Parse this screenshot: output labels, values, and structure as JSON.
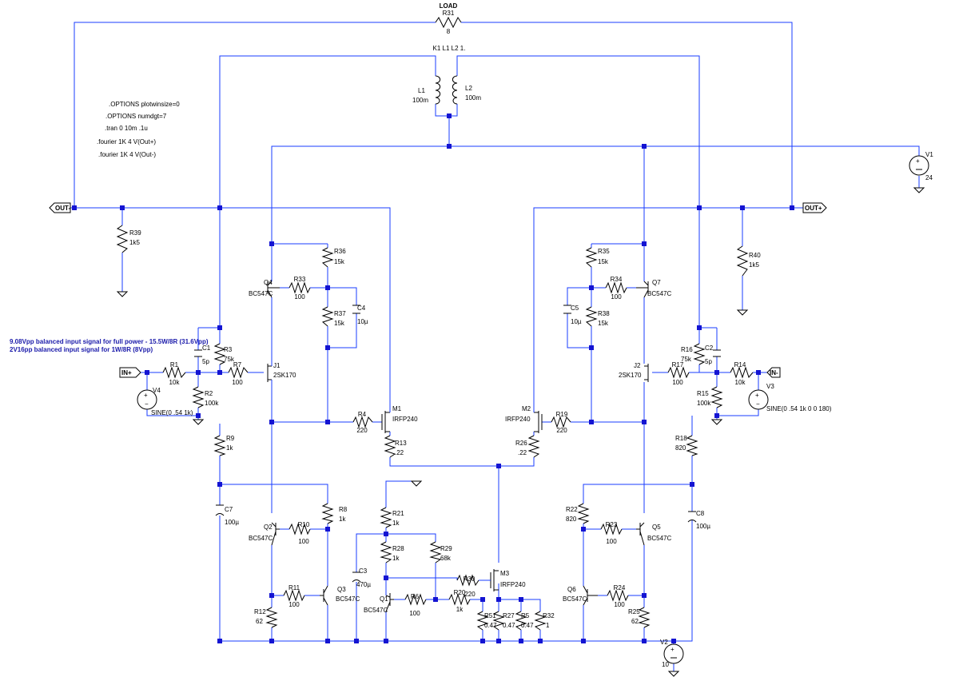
{
  "directives": [
    ".OPTIONS plotwinsize=0",
    ".OPTIONS numdgt=7",
    ".tran 0 10m .1u",
    ".fourier 1K 4 V(Out+)",
    ".fourier 1K 4 V(Out-)"
  ],
  "notes": {
    "line1": "9.08Vpp balanced input signal for full power - 15.5W/8R (31.6Vpp)",
    "line2": "2V16pp balanced input signal for 1W/8R (8Vpp)"
  },
  "coupling": {
    "text": "K1 L1 L2 1."
  },
  "load_label": "LOAD",
  "ports": {
    "out_minus": "OUT-",
    "out_plus": "OUT+",
    "in_plus": "IN+",
    "in_minus": "IN-"
  },
  "sources": {
    "V1": {
      "name": "V1",
      "value": "24"
    },
    "V2": {
      "name": "V2",
      "value": "10"
    },
    "V3": {
      "name": "V3",
      "value": "SINE(0 .54 1k 0 0 180)"
    },
    "V4": {
      "name": "V4",
      "value": "SINE(0 .54 1k)"
    }
  },
  "resistors": {
    "R31": {
      "name": "R31",
      "value": "8"
    },
    "R39": {
      "name": "R39",
      "value": "1k5"
    },
    "R40": {
      "name": "R40",
      "value": "1k5"
    },
    "R36": {
      "name": "R36",
      "value": "15k"
    },
    "R37": {
      "name": "R37",
      "value": "15k"
    },
    "R35": {
      "name": "R35",
      "value": "15k"
    },
    "R38": {
      "name": "R38",
      "value": "15k"
    },
    "R33": {
      "name": "R33",
      "value": "100"
    },
    "R34": {
      "name": "R34",
      "value": "100"
    },
    "R3": {
      "name": "R3",
      "value": "75k"
    },
    "R16": {
      "name": "R16",
      "value": "75k"
    },
    "R1": {
      "name": "R1",
      "value": "10k"
    },
    "R14": {
      "name": "R14",
      "value": "10k"
    },
    "R7": {
      "name": "R7",
      "value": "100"
    },
    "R17": {
      "name": "R17",
      "value": "100"
    },
    "R2": {
      "name": "R2",
      "value": "100k"
    },
    "R15": {
      "name": "R15",
      "value": "100k"
    },
    "R4": {
      "name": "R4",
      "value": "220"
    },
    "R19": {
      "name": "R19",
      "value": "220"
    },
    "R13": {
      "name": "R13",
      "value": ".22"
    },
    "R26": {
      "name": "R26",
      "value": ".22"
    },
    "R9": {
      "name": "R9",
      "value": "1k"
    },
    "R18": {
      "name": "R18",
      "value": "820"
    },
    "R8": {
      "name": "R8",
      "value": "1k"
    },
    "R22": {
      "name": "R22",
      "value": "820"
    },
    "R10": {
      "name": "R10",
      "value": "100"
    },
    "R23": {
      "name": "R23",
      "value": "100"
    },
    "R11": {
      "name": "R11",
      "value": "100"
    },
    "R24": {
      "name": "R24",
      "value": "100"
    },
    "R12": {
      "name": "R12",
      "value": "62"
    },
    "R25": {
      "name": "R25",
      "value": "62"
    },
    "R21": {
      "name": "R21",
      "value": "1k"
    },
    "R28": {
      "name": "R28",
      "value": "1k"
    },
    "R29": {
      "name": "R29",
      "value": "68k"
    },
    "R30": {
      "name": "R30",
      "value": "220"
    },
    "R20": {
      "name": "R20",
      "value": "1k"
    },
    "R6": {
      "name": "R6",
      "value": "100"
    },
    "R51": {
      "name": "R51",
      "value": "0.47"
    },
    "R27": {
      "name": "R27",
      "value": "0.47"
    },
    "R5": {
      "name": "R5",
      "value": "0.47"
    },
    "R32": {
      "name": "R32",
      "value": "1"
    }
  },
  "capacitors": {
    "C1": {
      "name": "C1",
      "value": "5p"
    },
    "C2": {
      "name": "C2",
      "value": "5p"
    },
    "C4": {
      "name": "C4",
      "value": "10µ"
    },
    "C5": {
      "name": "C5",
      "value": "10µ"
    },
    "C7": {
      "name": "C7",
      "value": "100µ"
    },
    "C8": {
      "name": "C8",
      "value": "100µ"
    },
    "C3": {
      "name": "C3",
      "value": "470µ"
    }
  },
  "inductors": {
    "L1": {
      "name": "L1",
      "value": "100m"
    },
    "L2": {
      "name": "L2",
      "value": "100m"
    }
  },
  "transistors": {
    "Q1": {
      "name": "Q1",
      "model": "BC547C"
    },
    "Q2": {
      "name": "Q2",
      "model": "BC547C"
    },
    "Q3": {
      "name": "Q3",
      "model": "BC547C"
    },
    "Q4": {
      "name": "Q4",
      "model": "BC547C"
    },
    "Q5": {
      "name": "Q5",
      "model": "BC547C"
    },
    "Q6": {
      "name": "Q6",
      "model": "BC547C"
    },
    "Q7": {
      "name": "Q7",
      "model": "BC547C"
    },
    "J1": {
      "name": "J1",
      "model": "2SK170"
    },
    "J2": {
      "name": "J2",
      "model": "2SK170"
    },
    "M1": {
      "name": "M1",
      "model": "IRFP240"
    },
    "M2": {
      "name": "M2",
      "model": "IRFP240"
    },
    "M3": {
      "name": "M3",
      "model": "IRFP240"
    }
  }
}
